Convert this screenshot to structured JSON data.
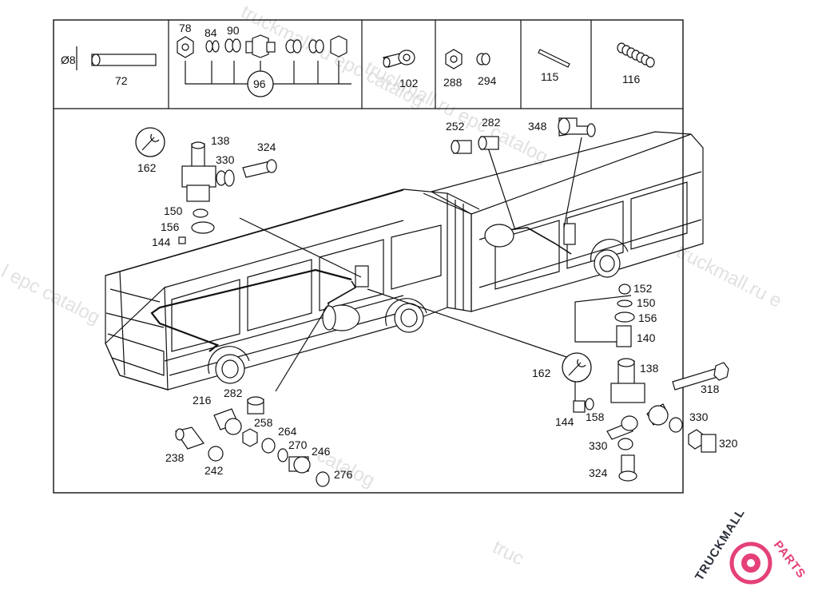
{
  "diagram": {
    "labels": {
      "p72": "72",
      "p78": "78",
      "p84": "84",
      "p90": "90",
      "p96": "96",
      "p102": "102",
      "p288": "288",
      "p294": "294",
      "p115": "115",
      "p116": "116",
      "p162a": "162",
      "p138a": "138",
      "p330a": "330",
      "p324a": "324",
      "p150a": "150",
      "p156a": "156",
      "p144a": "144",
      "p252": "252",
      "p282a": "282",
      "p348": "348",
      "p152": "152",
      "p150b": "150",
      "p156b": "156",
      "p140": "140",
      "p162b": "162",
      "p138b": "138",
      "p318": "318",
      "p144b": "144",
      "p158": "158",
      "p330b": "330",
      "p330c": "330",
      "p320": "320",
      "p324b": "324",
      "p216": "216",
      "p282b": "282",
      "p258": "258",
      "p264": "264",
      "p270": "270",
      "p246": "246",
      "p238": "238",
      "p242": "242",
      "p276": "276"
    },
    "diameter_symbol": "Ø8"
  },
  "watermark": {
    "text_a": "truckmall.ru epc catalog",
    "text_b": "l epc catalog",
    "text_c": "truckmall.ru e",
    "text_d": "truc",
    "text_e": "catalog"
  },
  "logo": {
    "brand_dark": "TRUCKMALL",
    "brand_accent": "PARTS",
    "accent_color": "#e5407a",
    "dark_color": "#2b2f3a"
  }
}
